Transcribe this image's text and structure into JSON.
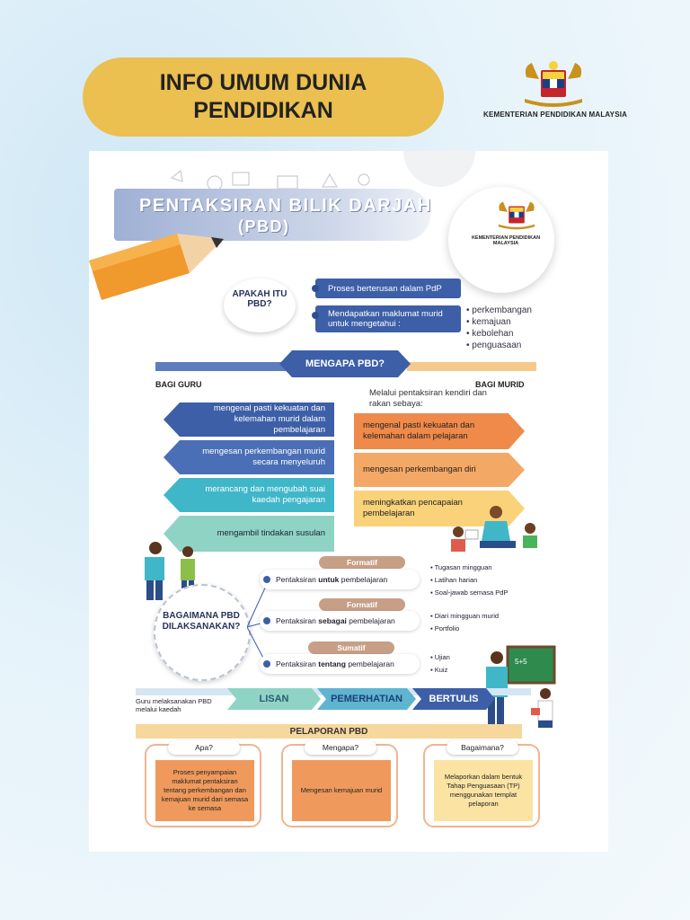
{
  "header": {
    "banner_title": "INFO UMUM DUNIA PENDIDIKAN",
    "ministry": "KEMENTERIAN PENDIDIKAN MALAYSIA"
  },
  "poster": {
    "title_line1": "PENTAKSIRAN BILIK DARJAH",
    "title_line2": "(PBD)",
    "ministry": "KEMENTERIAN PENDIDIKAN MALAYSIA",
    "apakah": {
      "question": "APAKAH ITU PBD?",
      "answer1": "Proses berterusan dalam PdP",
      "answer2": "Mendapatkan maklumat murid untuk mengetahui :",
      "bullets": [
        "perkembangan",
        "kemajuan",
        "kebolehan",
        "penguasaan"
      ]
    },
    "mengapa": {
      "title": "MENGAPA PBD?",
      "guru_heading": "BAGI GURU",
      "murid_heading": "BAGI MURID",
      "murid_intro": "Melalui pentaksiran kendiri dan rakan sebaya:",
      "guru_items": [
        "mengenal pasti kekuatan dan kelemahan murid dalam pembelajaran",
        "mengesan perkembangan murid secara menyeluruh",
        "merancang dan mengubah suai kaedah pengajaran",
        "mengambil tindakan susulan"
      ],
      "murid_items": [
        "mengenal pasti kekuatan dan kelemahan dalam pelajaran",
        "mengesan perkembangan diri",
        "meningkatkan pencapaian pembelajaran"
      ]
    },
    "bagaimana": {
      "question": "BAGAIMANA PBD DILAKSANAKAN?",
      "methods": [
        {
          "tag": "Formatif",
          "prefix": "Pentaksiran ",
          "bold": "untuk",
          "suffix": " pembelajaran",
          "examples": [
            "Tugasan mingguan",
            "Latihan harian",
            "Soal-jawab semasa PdP"
          ]
        },
        {
          "tag": "Formatif",
          "prefix": "Pentaksiran ",
          "bold": "sebagai",
          "suffix": " pembelajaran",
          "examples": [
            "Diari mingguan murid",
            "Portfolio"
          ]
        },
        {
          "tag": "Sumatif",
          "prefix": "Pentaksiran ",
          "bold": "tentang",
          "suffix": " pembelajaran",
          "examples": [
            "Ujian",
            "Kuiz"
          ]
        }
      ]
    },
    "kaedah": {
      "intro": "Guru melaksanakan PBD melalui kaedah",
      "items": [
        "LISAN",
        "PEMERHATIAN",
        "BERTULIS"
      ],
      "board_text": "5+5"
    },
    "pelaporan": {
      "title": "PELAPORAN PBD",
      "boxes": [
        {
          "tag": "Apa?",
          "text": "Proses penyampaian maklumat pentaksiran tentang perkembangan dan kemajuan murid dari semasa ke semasa"
        },
        {
          "tag": "Mengapa?",
          "text": "Mengesan kemajuan murid"
        },
        {
          "tag": "Bagaimana?",
          "text": "Melaporkan dalam bentuk Tahap Penguasaan (TP) menggunakan templat pelaporan"
        }
      ]
    }
  },
  "colors": {
    "banner": "#ebbf50",
    "navy": "#3d5fa7",
    "orange": "#ef8a4a",
    "teal": "#3fb7c9"
  }
}
